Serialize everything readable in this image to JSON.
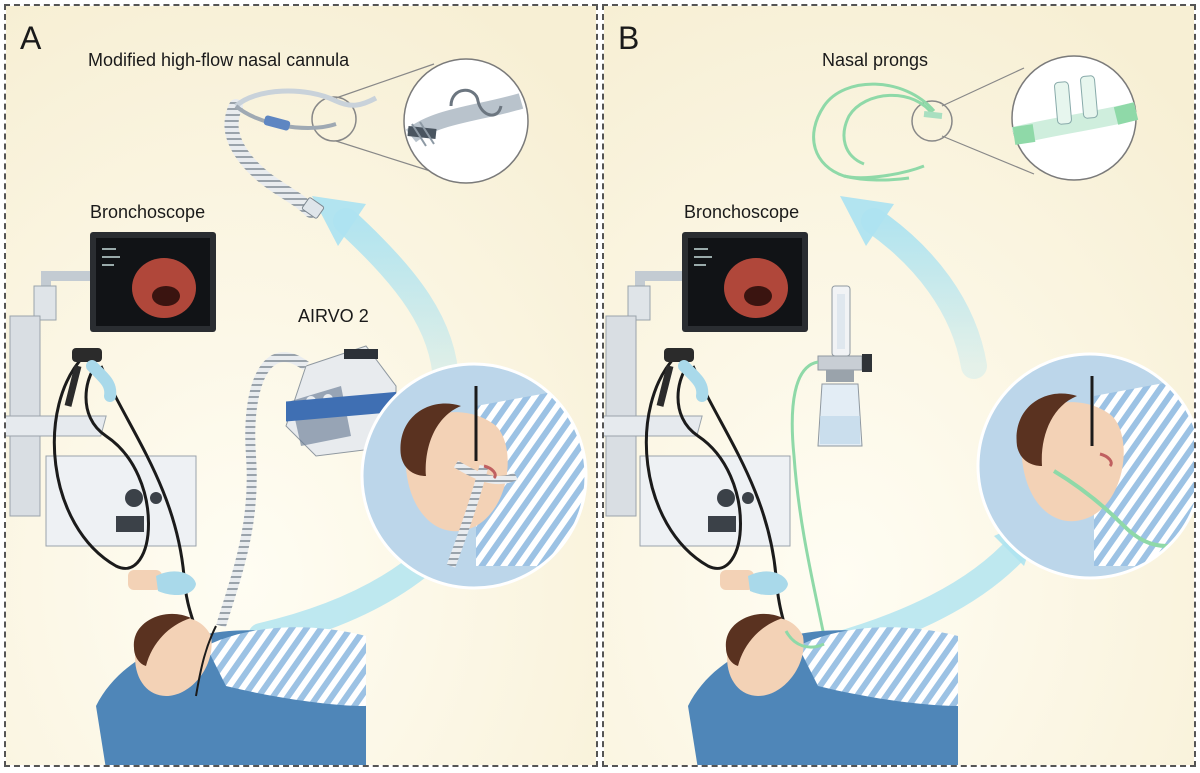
{
  "panel_a": {
    "letter": "A",
    "cannula_label": "Modified high-flow nasal cannula",
    "bronchoscope_label": "Bronchoscope",
    "device_label": "AIRVO 2"
  },
  "panel_b": {
    "letter": "B",
    "prongs_label": "Nasal prongs",
    "bronchoscope_label": "Bronchoscope"
  },
  "colors": {
    "background": "#fbf6e4",
    "arrow": "#aee3f0",
    "stripes": "#9cc2e4",
    "bed": "#4f86b8",
    "skin": "#f3d2b6",
    "hair": "#5a3220",
    "tubing_green": "#8fd9a8",
    "glove": "#a9d9ea",
    "border": "#555555"
  }
}
